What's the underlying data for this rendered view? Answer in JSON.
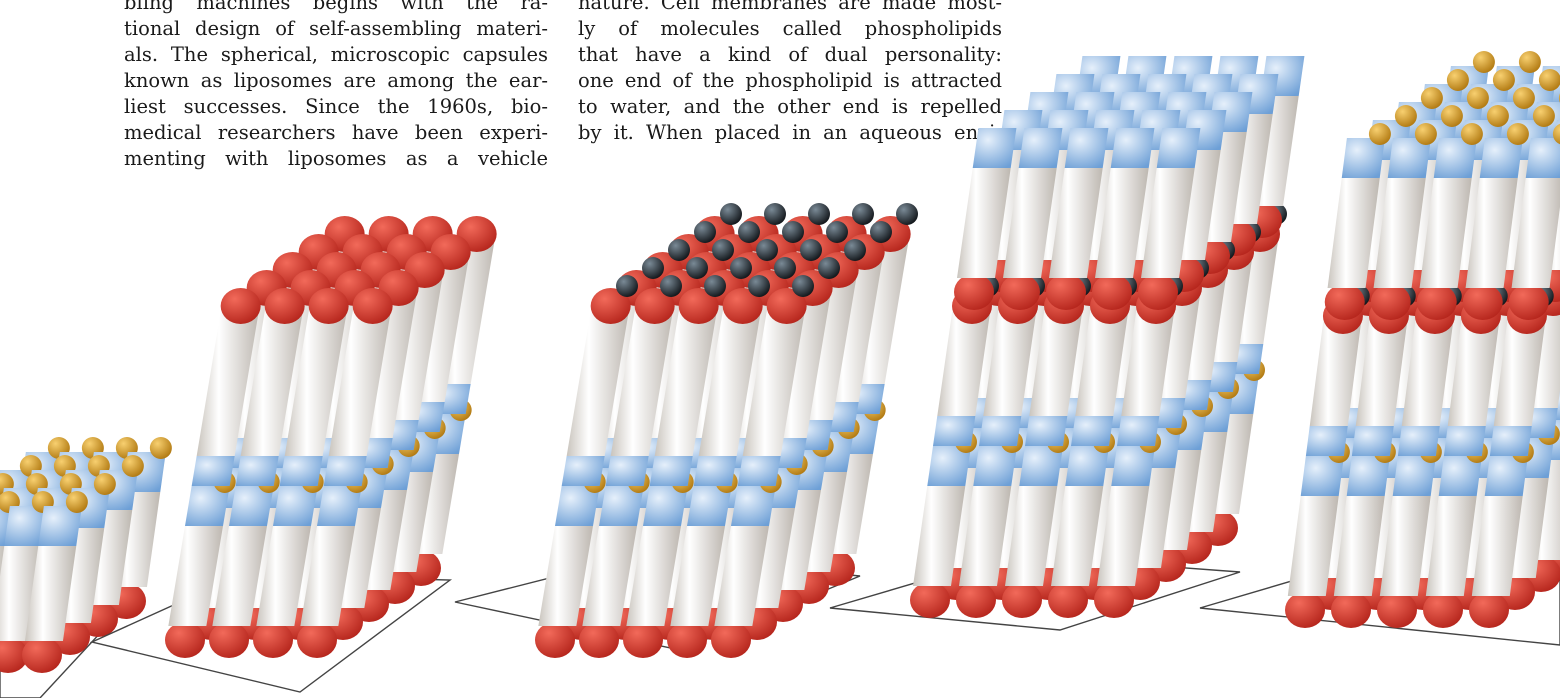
{
  "article": {
    "left_column": [
      "bling machines begins with the ra-",
      "tional design of self-assembling materi-",
      "als. The spherical, microscopic capsules",
      "known as liposomes are among the ear-",
      "liest successes. Since the 1960s, bio-",
      "medical researchers have been experi-",
      "menting with liposomes as a vehicle"
    ],
    "right_column": [
      "nature. Cell membranes are made most-",
      "ly of molecules called phospholipids",
      "that have a kind of dual personality:",
      "one end of the phospholipid is attracted",
      "to water, and the other end is repelled",
      "by it. When placed in an aqueous envi-"
    ]
  },
  "illustration": {
    "colors": {
      "red_cap": "#d8362a",
      "blue_band": "#7fb0e0",
      "white_body": "#f4f1ec",
      "gold_ball": "#e0a020",
      "black_ball": "#1c2228",
      "baseplate_line": "#444444"
    }
  }
}
